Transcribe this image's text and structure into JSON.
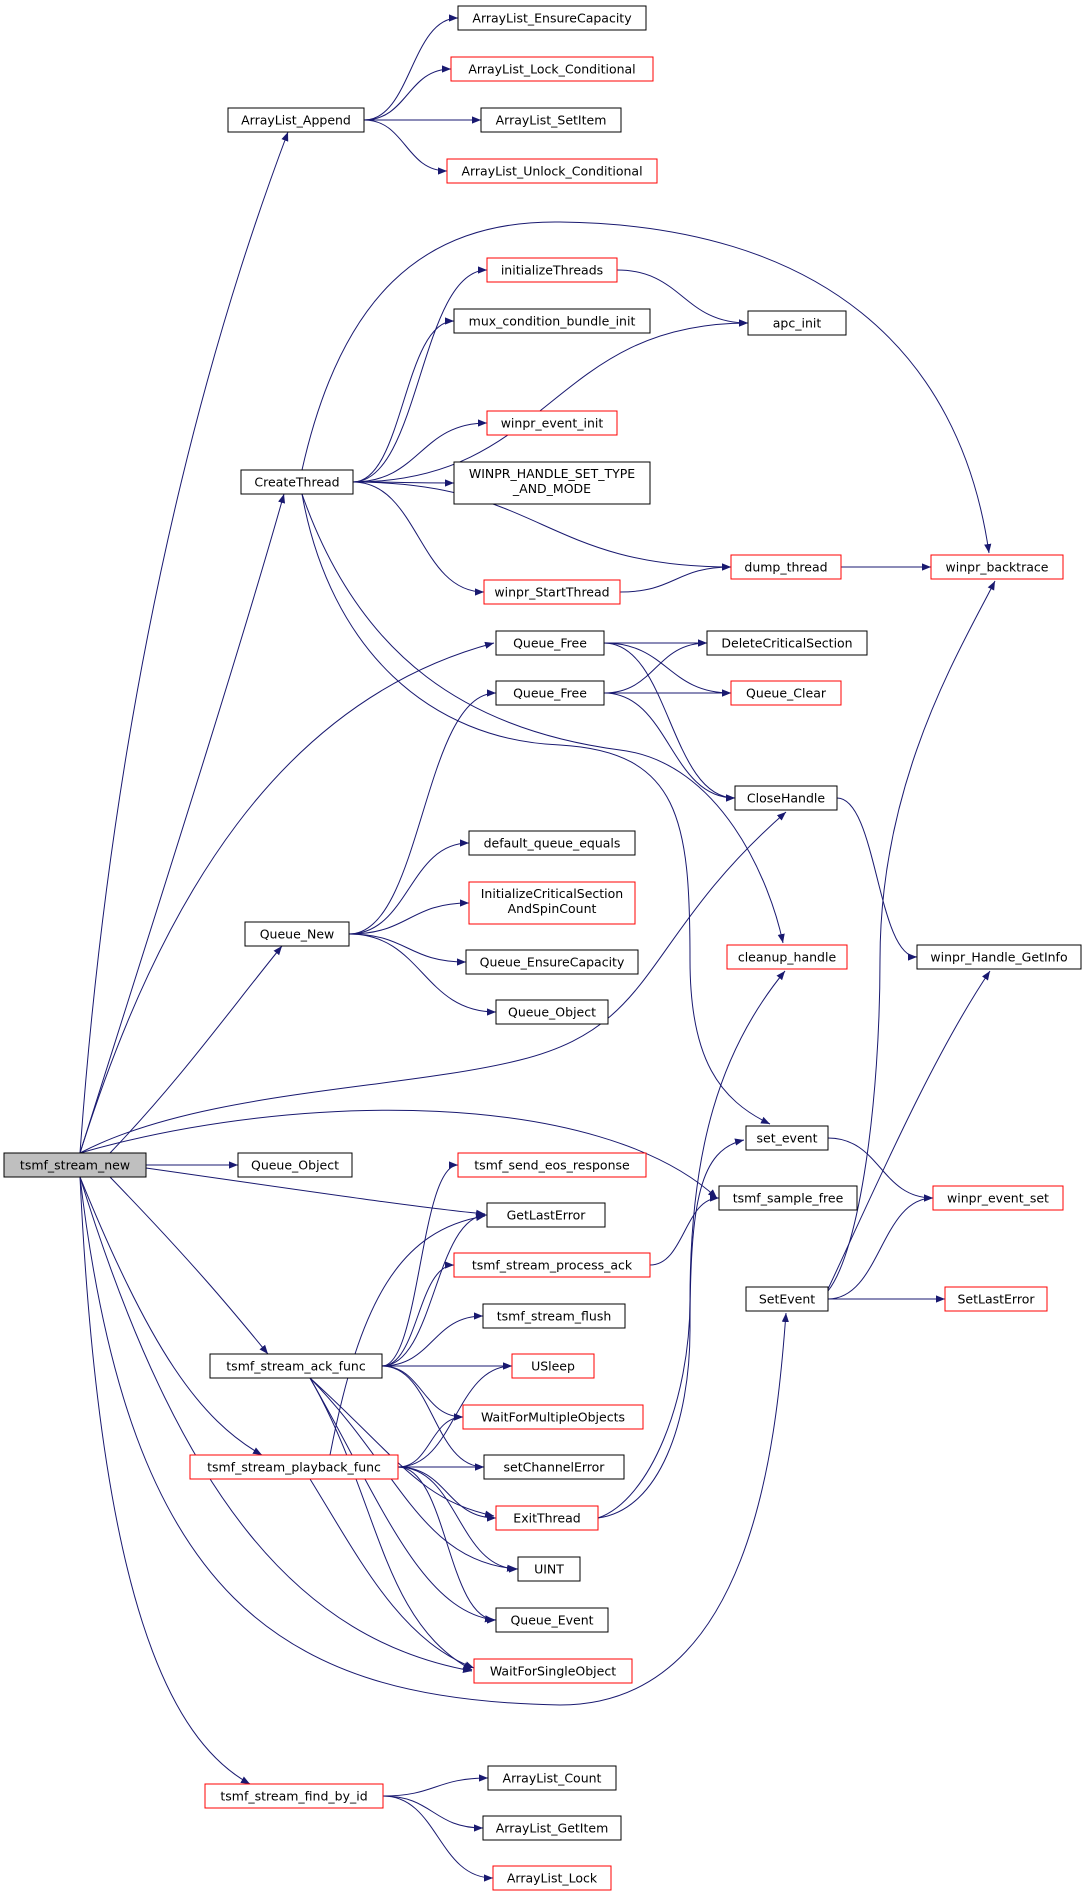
{
  "colors": {
    "edge": "#191970",
    "box_normal": "#000000",
    "box_external": "#ff0000",
    "root_fill": "#bfbfbf",
    "node_fill": "#ffffff"
  },
  "nodes": [
    {
      "id": "n0",
      "label": "tsmf_stream_new",
      "kind": "root"
    },
    {
      "id": "n1",
      "label": "ArrayList_Append",
      "kind": "normal"
    },
    {
      "id": "n2",
      "label": "ArrayList_EnsureCapacity",
      "kind": "normal"
    },
    {
      "id": "n3",
      "label": "ArrayList_Lock_Conditional",
      "kind": "external"
    },
    {
      "id": "n4",
      "label": "ArrayList_SetItem",
      "kind": "normal"
    },
    {
      "id": "n5",
      "label": "ArrayList_Unlock_Conditional",
      "kind": "external"
    },
    {
      "id": "n6",
      "label": "CreateThread",
      "kind": "normal"
    },
    {
      "id": "n7",
      "label": "initializeThreads",
      "kind": "external"
    },
    {
      "id": "n8",
      "label": "mux_condition_bundle_init",
      "kind": "normal"
    },
    {
      "id": "n9",
      "label": "apc_init",
      "kind": "normal"
    },
    {
      "id": "n10",
      "label": "winpr_event_init",
      "kind": "external"
    },
    {
      "id": "n11",
      "label": "WINPR_HANDLE_SET_TYPE",
      "label2": "_AND_MODE",
      "kind": "normal"
    },
    {
      "id": "n12",
      "label": "dump_thread",
      "kind": "external"
    },
    {
      "id": "n13",
      "label": "winpr_backtrace",
      "kind": "external"
    },
    {
      "id": "n14",
      "label": "winpr_StartThread",
      "kind": "external"
    },
    {
      "id": "n15",
      "label": "Queue_Free",
      "kind": "normal"
    },
    {
      "id": "n16",
      "label": "DeleteCriticalSection",
      "kind": "normal"
    },
    {
      "id": "n17",
      "label": "Queue_Free",
      "kind": "normal"
    },
    {
      "id": "n18",
      "label": "Queue_Clear",
      "kind": "external"
    },
    {
      "id": "n19",
      "label": "CloseHandle",
      "kind": "normal"
    },
    {
      "id": "n20",
      "label": "default_queue_equals",
      "kind": "normal"
    },
    {
      "id": "n21",
      "label": "InitializeCriticalSection",
      "label2": "AndSpinCount",
      "kind": "external"
    },
    {
      "id": "n22",
      "label": "Queue_New",
      "kind": "normal"
    },
    {
      "id": "n23",
      "label": "Queue_EnsureCapacity",
      "kind": "normal"
    },
    {
      "id": "n24",
      "label": "Queue_Object",
      "kind": "normal"
    },
    {
      "id": "n25",
      "label": "cleanup_handle",
      "kind": "external"
    },
    {
      "id": "n26",
      "label": "winpr_Handle_GetInfo",
      "kind": "normal"
    },
    {
      "id": "n27",
      "label": "set_event",
      "kind": "normal"
    },
    {
      "id": "n28",
      "label": "Queue_Object",
      "kind": "normal"
    },
    {
      "id": "n29",
      "label": "tsmf_send_eos_response",
      "kind": "external"
    },
    {
      "id": "n30",
      "label": "tsmf_sample_free",
      "kind": "normal"
    },
    {
      "id": "n31",
      "label": "winpr_event_set",
      "kind": "external"
    },
    {
      "id": "n32",
      "label": "GetLastError",
      "kind": "normal"
    },
    {
      "id": "n33",
      "label": "tsmf_stream_process_ack",
      "kind": "external"
    },
    {
      "id": "n34",
      "label": "SetEvent",
      "kind": "normal"
    },
    {
      "id": "n35",
      "label": "SetLastError",
      "kind": "external"
    },
    {
      "id": "n36",
      "label": "tsmf_stream_flush",
      "kind": "normal"
    },
    {
      "id": "n37",
      "label": "tsmf_stream_ack_func",
      "kind": "normal"
    },
    {
      "id": "n38",
      "label": "USleep",
      "kind": "external"
    },
    {
      "id": "n39",
      "label": "WaitForMultipleObjects",
      "kind": "external"
    },
    {
      "id": "n40",
      "label": "tsmf_stream_playback_func",
      "kind": "external"
    },
    {
      "id": "n41",
      "label": "setChannelError",
      "kind": "normal"
    },
    {
      "id": "n42",
      "label": "ExitThread",
      "kind": "external"
    },
    {
      "id": "n43",
      "label": "UINT",
      "kind": "normal"
    },
    {
      "id": "n44",
      "label": "Queue_Event",
      "kind": "normal"
    },
    {
      "id": "n45",
      "label": "WaitForSingleObject",
      "kind": "external"
    },
    {
      "id": "n46",
      "label": "tsmf_stream_find_by_id",
      "kind": "external"
    },
    {
      "id": "n47",
      "label": "ArrayList_Count",
      "kind": "normal"
    },
    {
      "id": "n48",
      "label": "ArrayList_GetItem",
      "kind": "normal"
    },
    {
      "id": "n49",
      "label": "ArrayList_Lock",
      "kind": "external"
    }
  ],
  "edges": [
    [
      "n0",
      "n1"
    ],
    [
      "n1",
      "n2"
    ],
    [
      "n1",
      "n3"
    ],
    [
      "n1",
      "n4"
    ],
    [
      "n1",
      "n5"
    ],
    [
      "n0",
      "n6"
    ],
    [
      "n6",
      "n7"
    ],
    [
      "n6",
      "n8"
    ],
    [
      "n6",
      "n9"
    ],
    [
      "n7",
      "n9"
    ],
    [
      "n6",
      "n10"
    ],
    [
      "n6",
      "n11"
    ],
    [
      "n6",
      "n12"
    ],
    [
      "n6",
      "n14"
    ],
    [
      "n14",
      "n12"
    ],
    [
      "n12",
      "n13"
    ],
    [
      "n6",
      "n13"
    ],
    [
      "n6",
      "n25"
    ],
    [
      "n6",
      "n27"
    ],
    [
      "n0",
      "n15"
    ],
    [
      "n15",
      "n16"
    ],
    [
      "n15",
      "n18"
    ],
    [
      "n15",
      "n19"
    ],
    [
      "n17",
      "n16"
    ],
    [
      "n17",
      "n18"
    ],
    [
      "n17",
      "n19"
    ],
    [
      "n19",
      "n26"
    ],
    [
      "n0",
      "n22"
    ],
    [
      "n22",
      "n17"
    ],
    [
      "n22",
      "n20"
    ],
    [
      "n22",
      "n21"
    ],
    [
      "n22",
      "n23"
    ],
    [
      "n22",
      "n24"
    ],
    [
      "n0",
      "n19"
    ],
    [
      "n0",
      "n28"
    ],
    [
      "n0",
      "n30"
    ],
    [
      "n0",
      "n32"
    ],
    [
      "n27",
      "n31"
    ],
    [
      "n34",
      "n31"
    ],
    [
      "n34",
      "n35"
    ],
    [
      "n34",
      "n26"
    ],
    [
      "n34",
      "n13"
    ],
    [
      "n0",
      "n37"
    ],
    [
      "n37",
      "n29"
    ],
    [
      "n37",
      "n32"
    ],
    [
      "n37",
      "n33"
    ],
    [
      "n33",
      "n30"
    ],
    [
      "n37",
      "n36"
    ],
    [
      "n37",
      "n38"
    ],
    [
      "n37",
      "n39"
    ],
    [
      "n37",
      "n41"
    ],
    [
      "n37",
      "n42"
    ],
    [
      "n37",
      "n43"
    ],
    [
      "n37",
      "n44"
    ],
    [
      "n37",
      "n45"
    ],
    [
      "n0",
      "n40"
    ],
    [
      "n40",
      "n32"
    ],
    [
      "n40",
      "n38"
    ],
    [
      "n40",
      "n39"
    ],
    [
      "n40",
      "n41"
    ],
    [
      "n40",
      "n42"
    ],
    [
      "n40",
      "n43"
    ],
    [
      "n40",
      "n44"
    ],
    [
      "n40",
      "n45"
    ],
    [
      "n42",
      "n27"
    ],
    [
      "n42",
      "n25"
    ],
    [
      "n0",
      "n45"
    ],
    [
      "n0",
      "n34"
    ],
    [
      "n0",
      "n46"
    ],
    [
      "n46",
      "n47"
    ],
    [
      "n46",
      "n48"
    ],
    [
      "n46",
      "n49"
    ]
  ]
}
